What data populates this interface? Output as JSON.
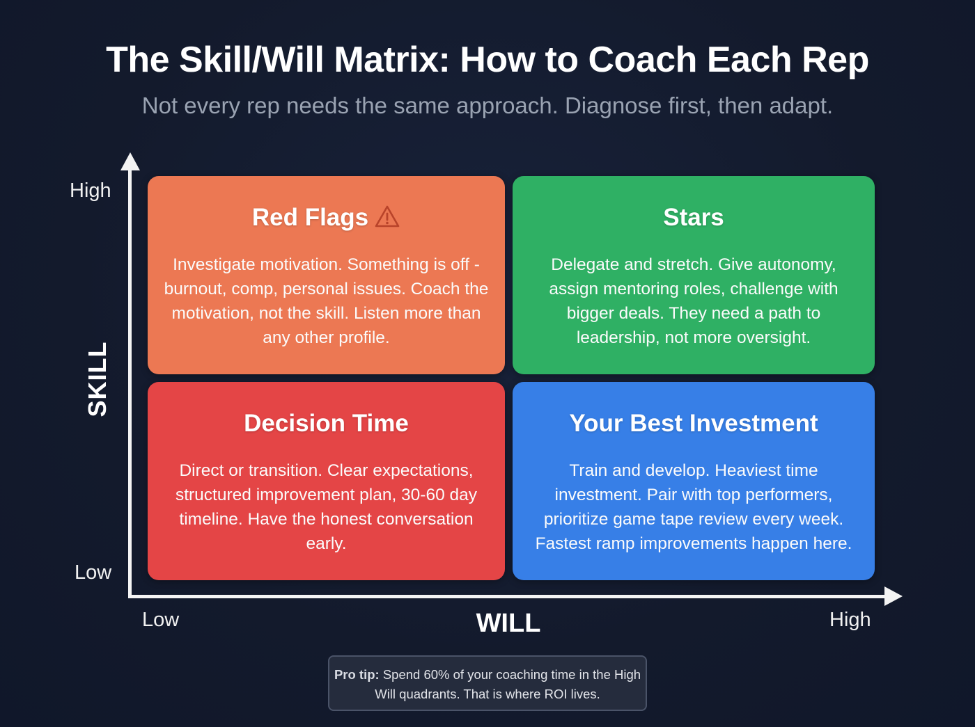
{
  "header": {
    "title": "The Skill/Will Matrix: How to Coach Each Rep",
    "subtitle": "Not every rep needs the same approach. Diagnose first, then adapt."
  },
  "axes": {
    "y": {
      "title": "SKILL",
      "high": "High",
      "low": "Low"
    },
    "x": {
      "title": "WILL",
      "high": "High",
      "low": "Low"
    }
  },
  "quadrants": {
    "top_left": {
      "title": "Red Flags",
      "icon": "warning-icon",
      "color": "#ec7853",
      "body": "Investigate motivation. Something is off - burnout, comp, personal issues. Coach the motivation, not the skill. Listen more than any other profile."
    },
    "top_right": {
      "title": "Stars",
      "color": "#2fb064",
      "body": "Delegate and stretch. Give autonomy, assign mentoring roles, challenge with bigger deals. They need a path to leadership, not more oversight."
    },
    "bottom_left": {
      "title": "Decision Time",
      "color": "#e44546",
      "body": "Direct or transition. Clear expectations, structured improvement plan, 30-60 day timeline. Have the honest conversation early."
    },
    "bottom_right": {
      "title": "Your Best Investment",
      "color": "#377fe7",
      "body": "Train and develop. Heaviest time investment. Pair with top performers, prioritize game tape review every week. Fastest ramp improvements happen here."
    }
  },
  "tip": {
    "label": "Pro tip:",
    "text": " Spend 60% of your coaching time in the High Will quadrants. That is where ROI lives."
  }
}
